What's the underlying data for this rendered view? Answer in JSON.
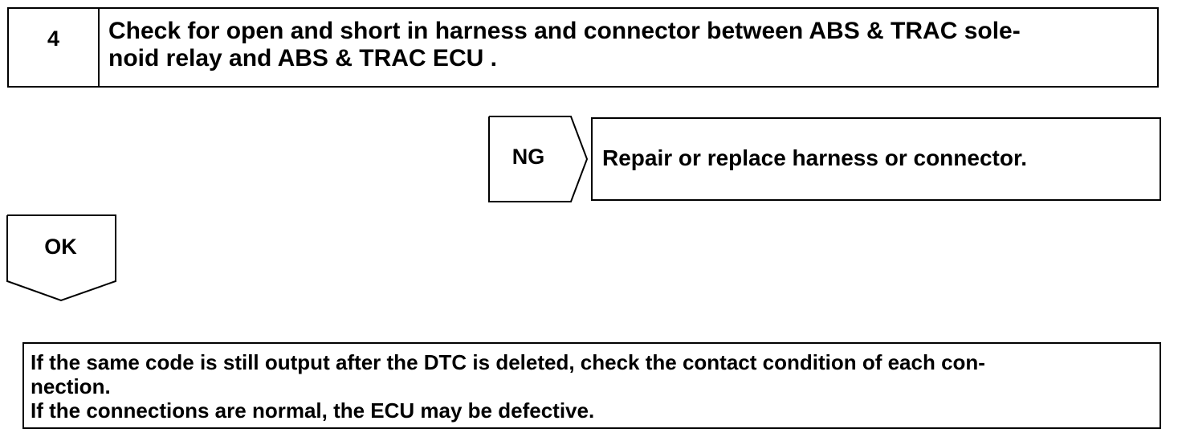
{
  "step": {
    "number": "4",
    "title": "Check for open and short in harness and connector between ABS & TRAC sole-\nnoid relay and ABS & TRAC ECU ."
  },
  "ng_branch": {
    "label": "NG",
    "action": "Repair or replace harness or connector."
  },
  "ok_branch": {
    "label": "OK"
  },
  "note": {
    "line1": "If the same code is still output after the DTC is deleted, check the contact condition of each con-",
    "line2": "nection.",
    "line3": "If the connections are normal, the ECU may be defective."
  }
}
